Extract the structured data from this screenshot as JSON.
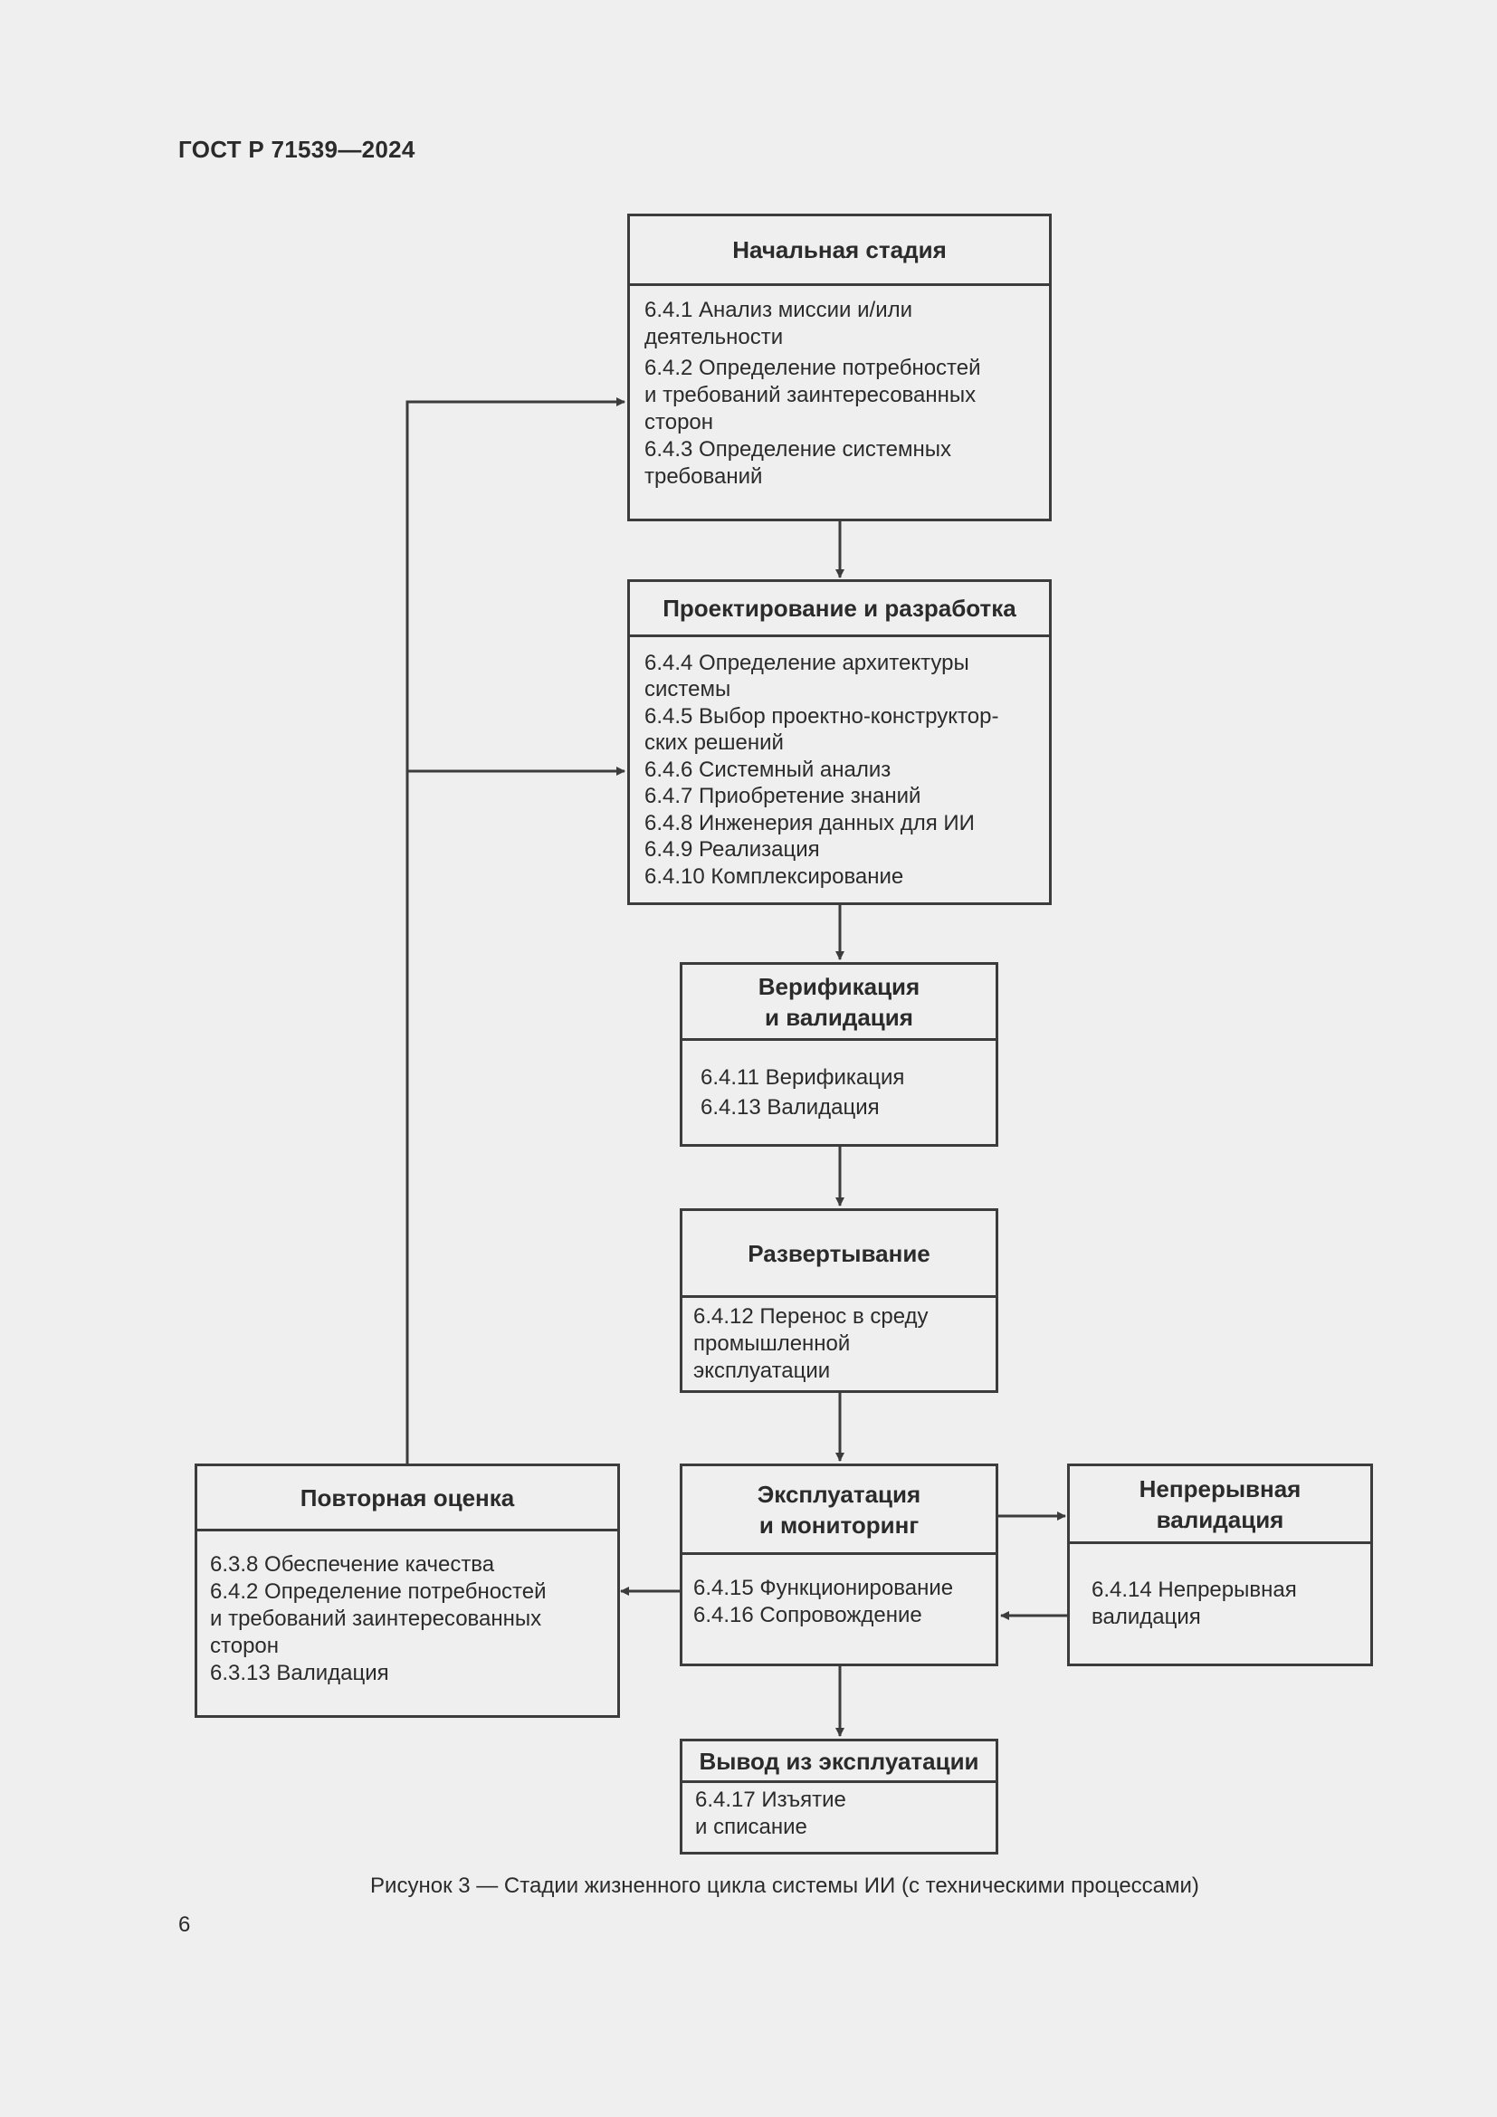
{
  "header": "ГОСТ Р 71539—2024",
  "boxes": {
    "initial": {
      "title": "Начальная стадия",
      "items": [
        "6.4.1 Анализ миссии и/или",
        "деятельности",
        "6.4.2 Определение потребностей",
        "и требований заинтересованных",
        "сторон",
        "6.4.3 Определение системных",
        "требований"
      ]
    },
    "design": {
      "title": "Проектирование и разработка",
      "items": [
        "6.4.4 Определение архитектуры",
        "системы",
        "6.4.5 Выбор проектно-конструктор-",
        "ских решений",
        "6.4.6 Системный анализ",
        "6.4.7 Приобретение знаний",
        "6.4.8 Инженерия данных для ИИ",
        "6.4.9 Реализация",
        "6.4.10 Комплексирование"
      ]
    },
    "verification": {
      "title_lines": [
        "Верификация",
        "и валидация"
      ],
      "items": [
        "6.4.11 Верификация",
        "6.4.13 Валидация"
      ]
    },
    "deployment": {
      "title": "Развертывание",
      "items": [
        "6.4.12 Перенос в среду",
        "промышленной",
        "эксплуатации"
      ]
    },
    "operation": {
      "title_lines": [
        "Эксплуатация",
        "и мониторинг"
      ],
      "items": [
        "6.4.15 Функционирование",
        "6.4.16 Сопровождение"
      ]
    },
    "continuous": {
      "title_lines": [
        "Непрерывная",
        "валидация"
      ],
      "items": [
        "6.4.14 Непрерывная",
        "валидация"
      ]
    },
    "reassessment": {
      "title": "Повторная оценка",
      "items": [
        "6.3.8 Обеспечение качества",
        "6.4.2 Определение потребностей",
        "и требований заинтересованных",
        "сторон",
        "6.3.13 Валидация"
      ]
    },
    "decommission": {
      "title": "Вывод из эксплуатации",
      "items": [
        "6.4.17 Изъятие",
        "и списание"
      ]
    }
  },
  "caption": "Рисунок 3 — Стадии жизненного цикла системы ИИ (с техническими процессами)",
  "page_number": "6"
}
